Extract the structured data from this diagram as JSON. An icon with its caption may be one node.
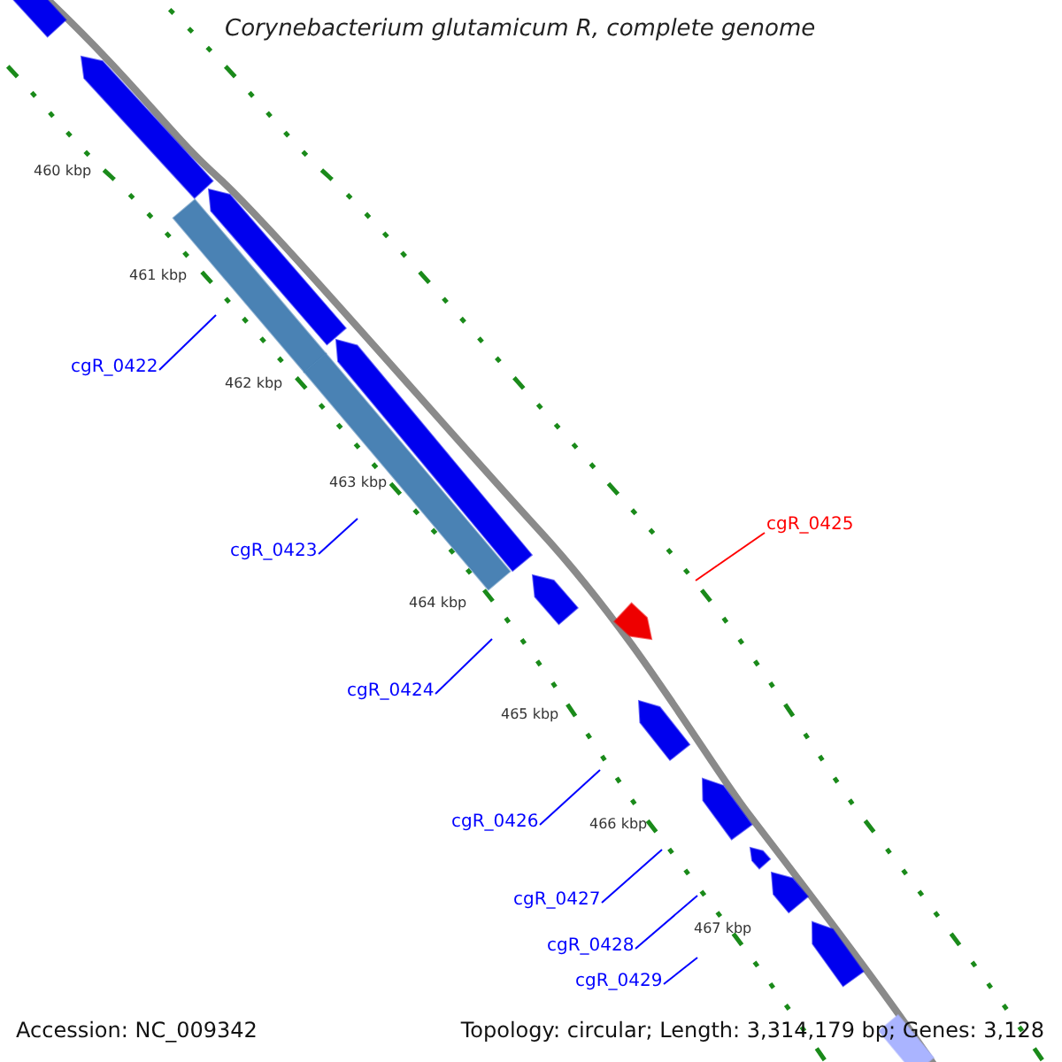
{
  "diagram": {
    "title": "Corynebacterium glutamicum R, complete genome",
    "nodes": [
      {
        "text": [
          "cgR_0422"
        ]
      },
      {
        "text": [
          "cgR_0423"
        ]
      },
      {
        "text": [
          "cgR_0424"
        ]
      },
      {
        "text": [
          "cgR_0425"
        ]
      },
      {
        "text": [
          "cgR_0426"
        ]
      },
      {
        "text": [
          "cgR_0427"
        ]
      },
      {
        "text": [
          "cgR_0428"
        ]
      },
      {
        "text": [
          "cgR_0429"
        ]
      }
    ],
    "edges": [
      {
        "from": 0,
        "to": null,
        "arrow": "none"
      },
      {
        "from": 1,
        "to": null,
        "arrow": "none"
      },
      {
        "from": 2,
        "to": null,
        "arrow": "none"
      },
      {
        "from": 3,
        "to": null,
        "arrow": "none",
        "color": "#ff0000"
      },
      {
        "from": 4,
        "to": null,
        "arrow": "none"
      },
      {
        "from": 5,
        "to": null,
        "arrow": "none"
      },
      {
        "from": 6,
        "to": null,
        "arrow": "none"
      },
      {
        "from": 7,
        "to": null,
        "arrow": "none"
      }
    ],
    "labels": [
      "460 kbp",
      "461 kbp",
      "462 kbp",
      "463 kbp",
      "464 kbp",
      "465 kbp",
      "466 kbp",
      "467 kbp",
      "Accession: NC_009342",
      "Topology: circular; Length: 3,314,179 bp; Genes: 3,128"
    ]
  }
}
